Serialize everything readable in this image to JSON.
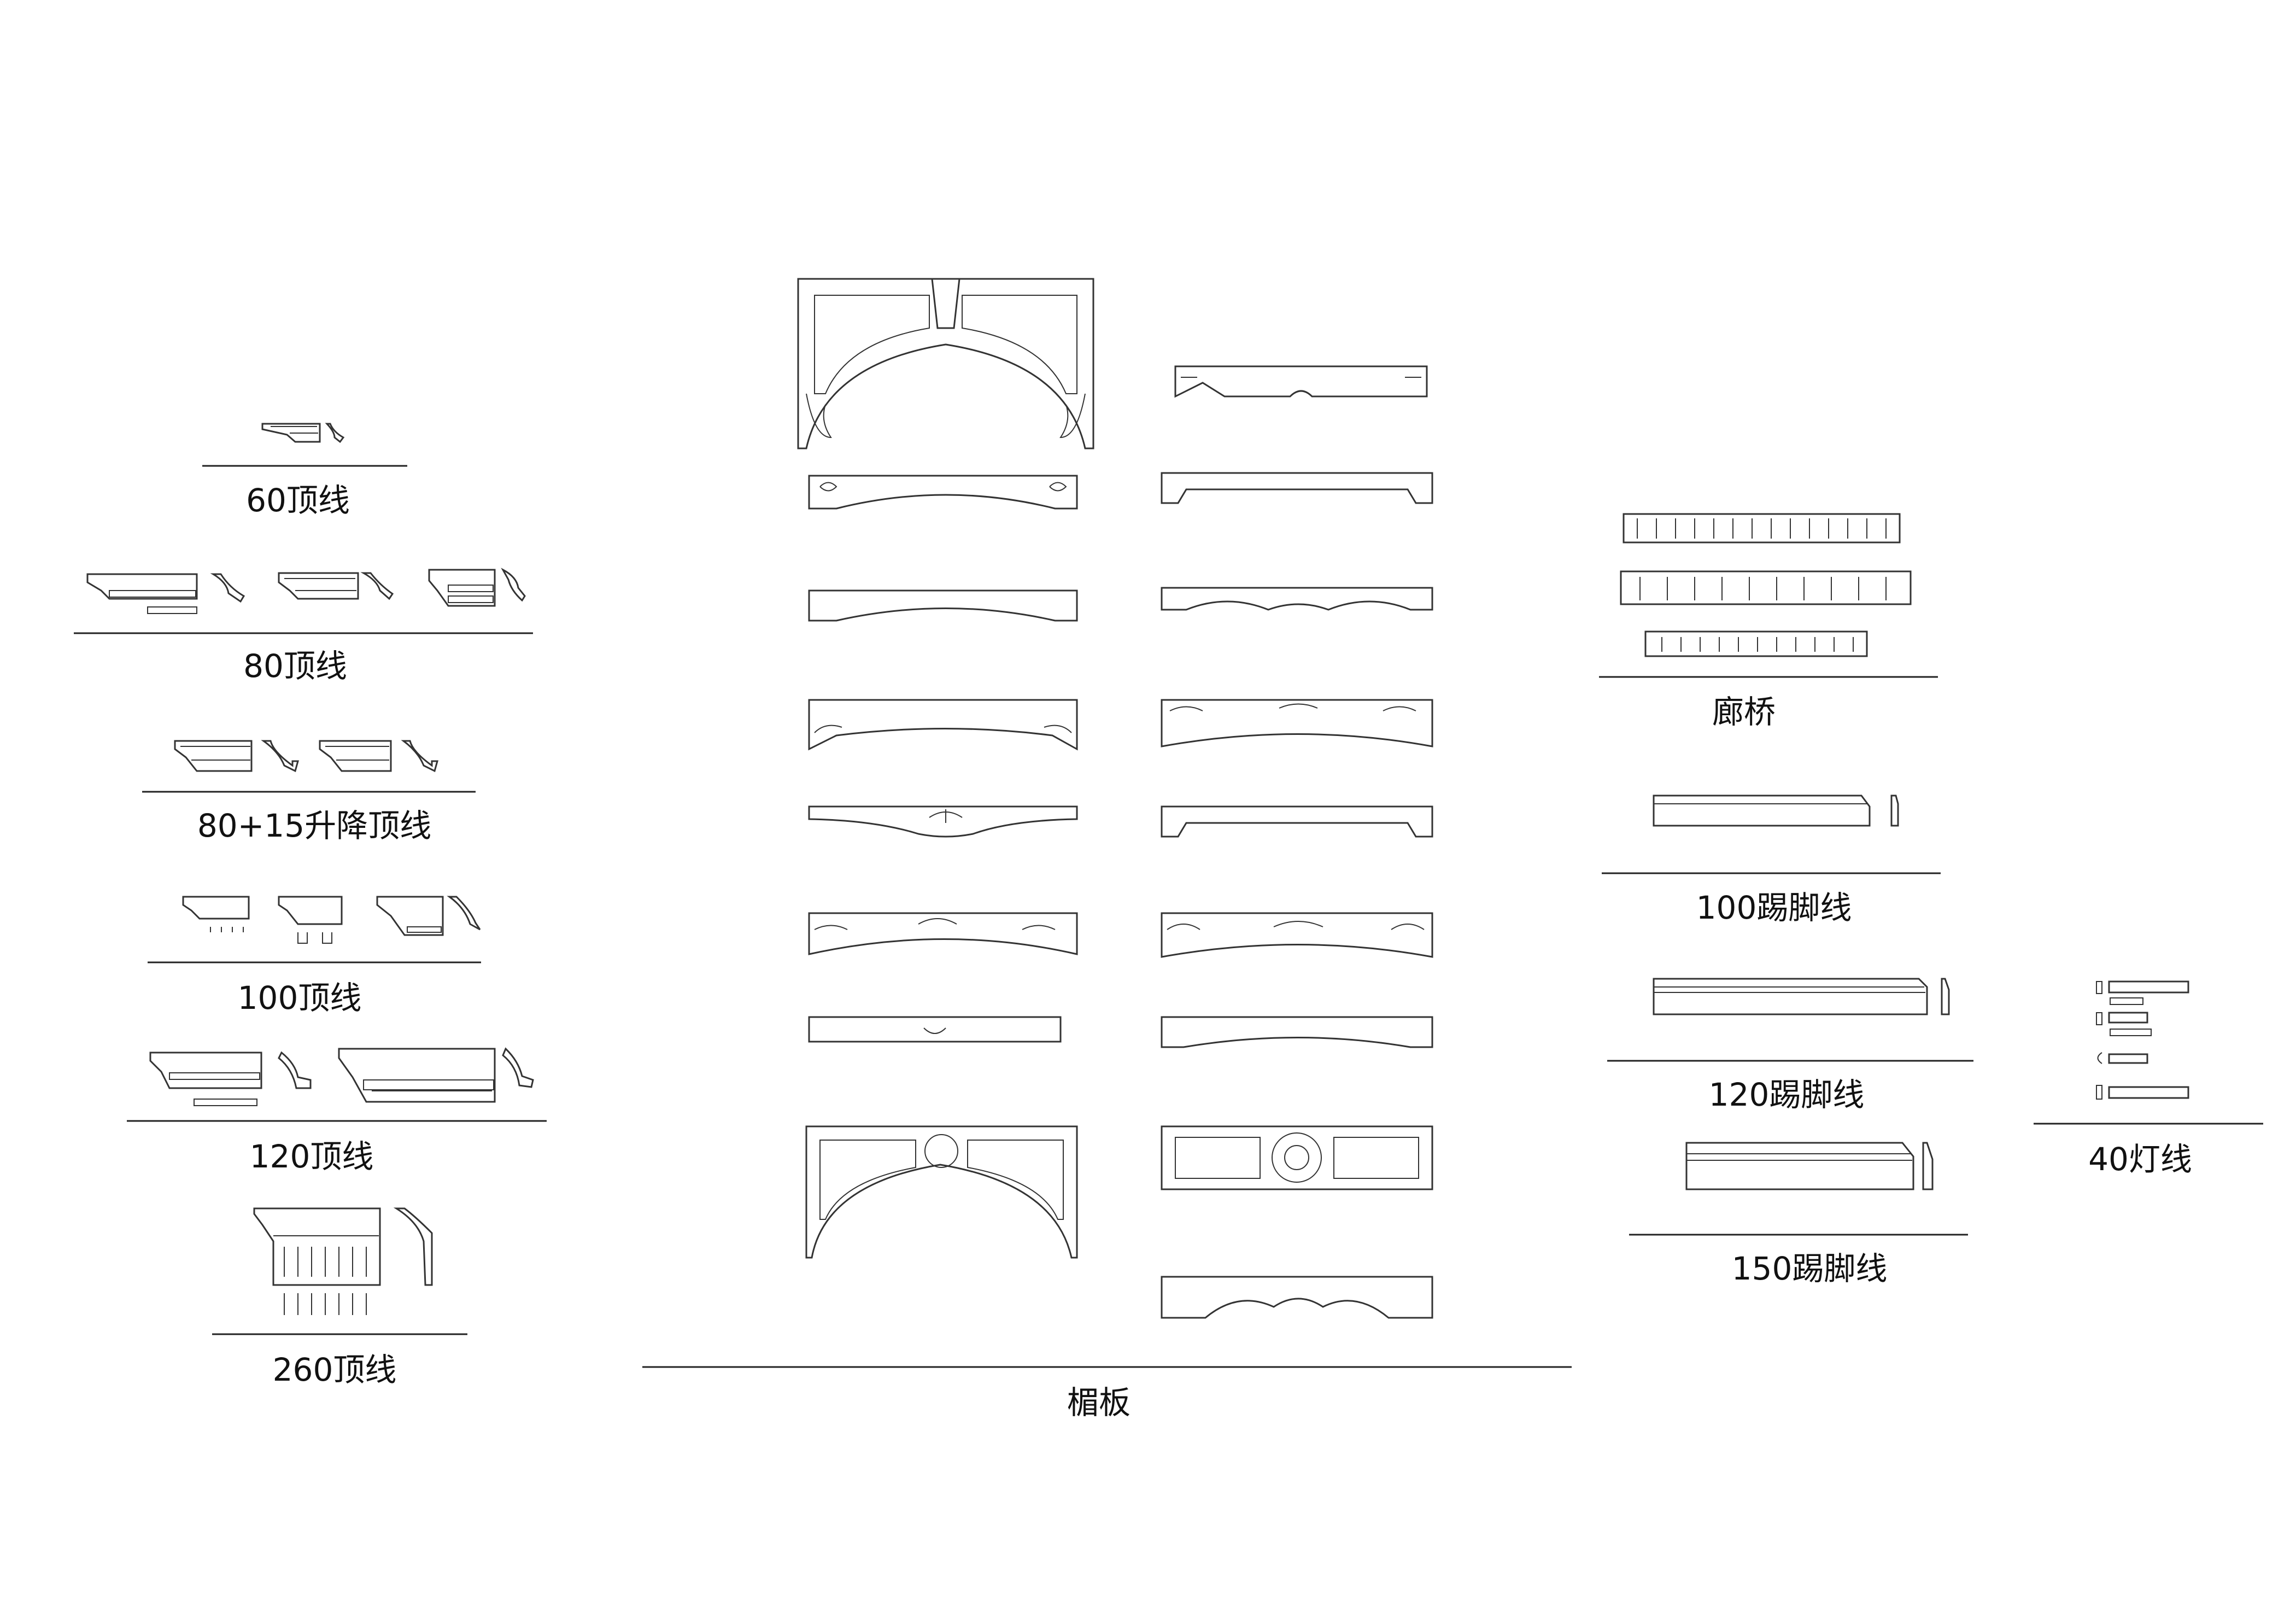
{
  "sheet": {
    "labels": {
      "crown_60": "60顶线",
      "crown_80": "80顶线",
      "crown_80_15": "80+15升降顶线",
      "crown_100": "100顶线",
      "crown_120": "120顶线",
      "crown_260": "260顶线",
      "lintel": "楣板",
      "gallery": "廊桥",
      "skirting_100": "100踢脚线",
      "skirting_120": "120踢脚线",
      "skirting_150": "150踢脚线",
      "light_40": "40灯线"
    }
  }
}
